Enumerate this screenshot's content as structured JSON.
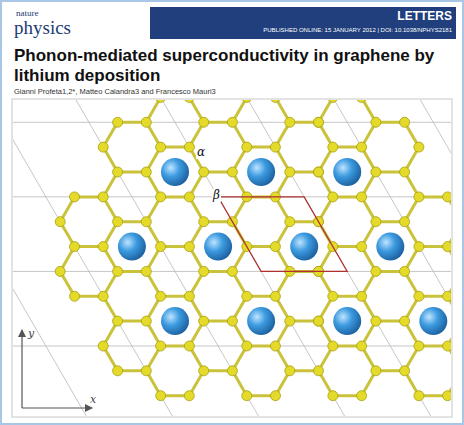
{
  "diagram": {
    "title": "Phonon-mediated superconductivity in graphene by lithium deposition",
    "labels": [
      "nature",
      "physics",
      "LETTERS",
      "PUBLISHED ONLINE: 15 JANUARY 2012 | DOI: 10.1038/NPHYS2181",
      "Gianni Profeta1,2*, Matteo Calandra3 and Francesco Mauri3",
      "α",
      "β",
      "y",
      "x"
    ]
  }
}
